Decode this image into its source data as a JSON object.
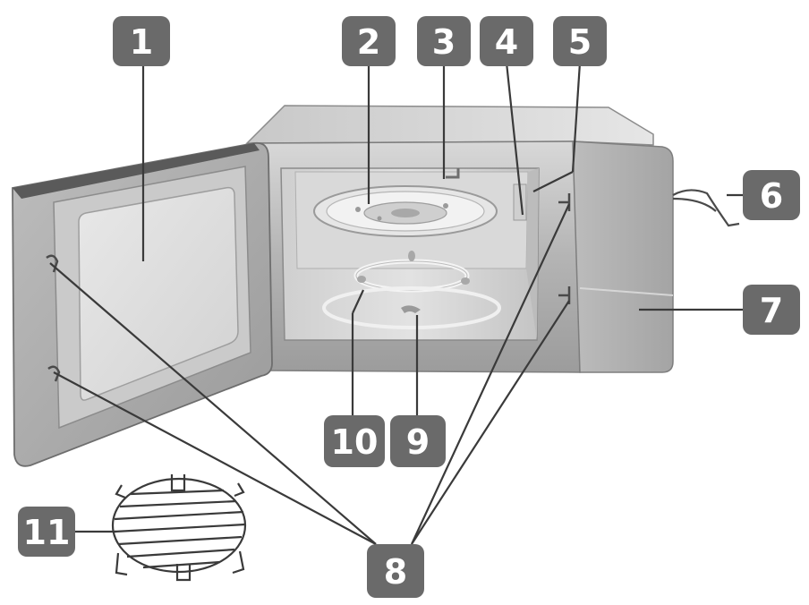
{
  "diagram": {
    "subject": "microwave-oven-parts",
    "callouts": [
      {
        "id": "c1",
        "label": "1"
      },
      {
        "id": "c2",
        "label": "2"
      },
      {
        "id": "c3",
        "label": "3"
      },
      {
        "id": "c4",
        "label": "4"
      },
      {
        "id": "c5",
        "label": "5"
      },
      {
        "id": "c6",
        "label": "6"
      },
      {
        "id": "c7",
        "label": "7"
      },
      {
        "id": "c8",
        "label": "8"
      },
      {
        "id": "c9",
        "label": "9"
      },
      {
        "id": "c10",
        "label": "10"
      },
      {
        "id": "c11",
        "label": "11"
      }
    ]
  },
  "colors": {
    "badge": "#6a6a6a",
    "badge_text": "#ffffff",
    "leader": "#3a3a3a",
    "appliance_body": "#b8b8b8",
    "appliance_dark": "#8a8a8a"
  }
}
